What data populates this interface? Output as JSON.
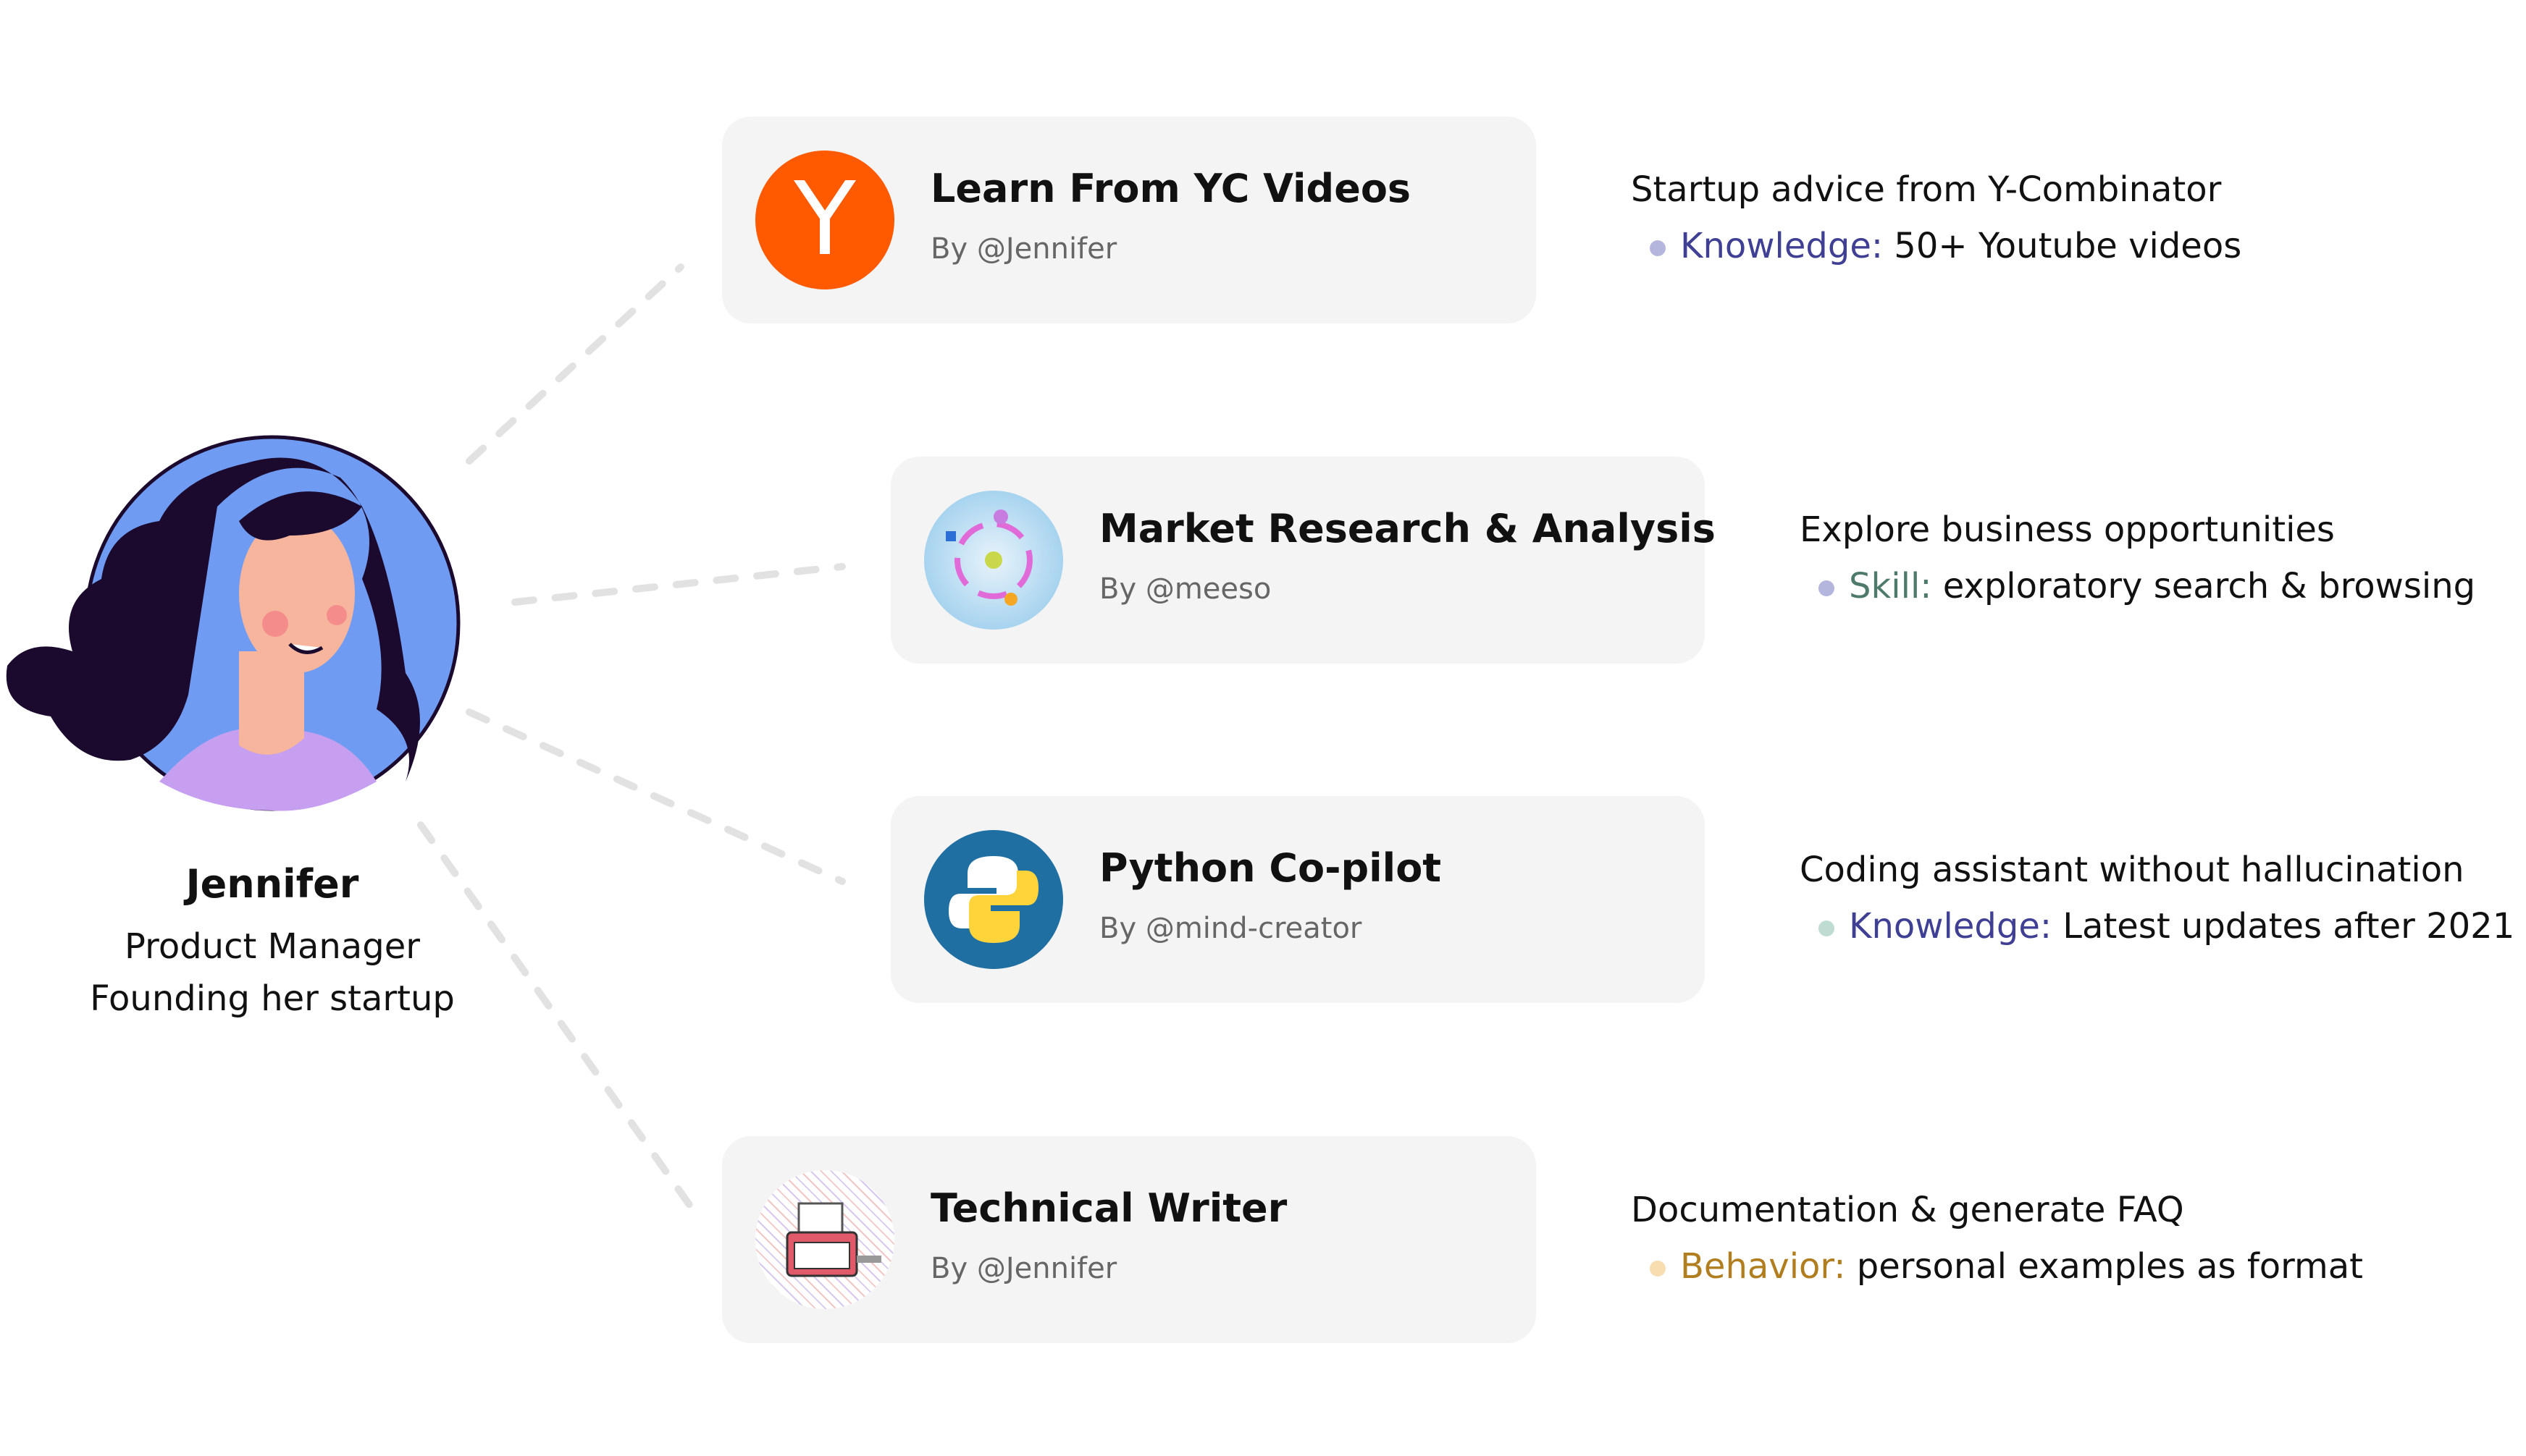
{
  "person": {
    "name": "Jennifer",
    "role": "Product Manager",
    "tagline": "Founding her startup"
  },
  "agents": [
    {
      "title": "Learn From YC Videos",
      "author": "By @Jennifer",
      "icon": "yc-logo-icon",
      "icon_letter": "Y",
      "description": "Startup advice from Y-Combinator",
      "tag": "Knowledge:",
      "detail": "50+ Youtube videos",
      "tag_color": "#3f3f94",
      "dot_color": "#b4b6de"
    },
    {
      "title": "Market Research & Analysis",
      "author": "By @meeso",
      "icon": "market-research-icon",
      "description": "Explore business opportunities",
      "tag": "Skill:",
      "detail": "exploratory search & browsing",
      "tag_color": "#4d7a6a",
      "dot_color": "#b4b6de"
    },
    {
      "title": "Python Co-pilot",
      "author": "By @mind-creator",
      "icon": "python-logo-icon",
      "description": "Coding assistant without hallucination",
      "tag": "Knowledge:",
      "detail": "Latest updates after 2021",
      "tag_color": "#3f3f94",
      "dot_color": "#bfdcd2"
    },
    {
      "title": "Technical Writer",
      "author": "By @Jennifer",
      "icon": "typewriter-icon",
      "description": "Documentation & generate FAQ",
      "tag": "Behavior:",
      "detail": "personal examples as format",
      "tag_color": "#b07d1f",
      "dot_color": "#f7ddb0"
    }
  ]
}
